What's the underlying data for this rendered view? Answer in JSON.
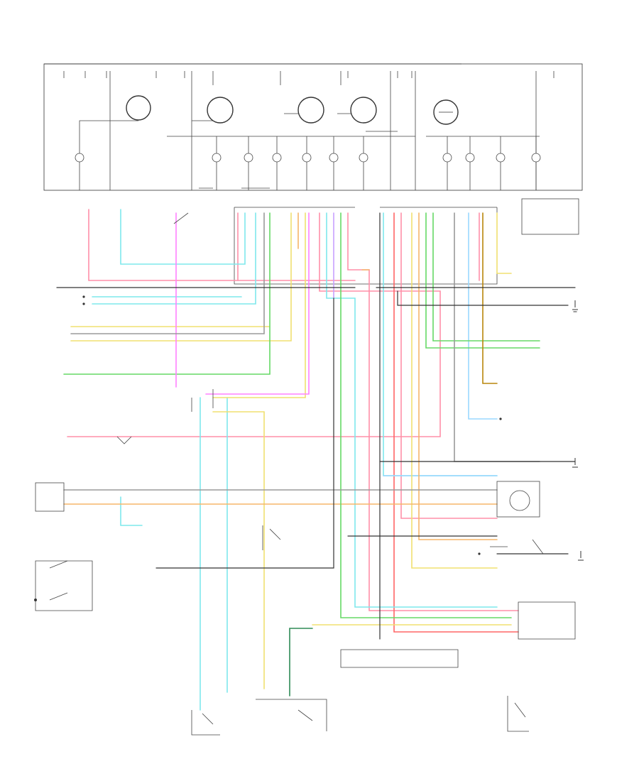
{
  "diagram": {
    "corner_code": "",
    "cluster_label": "",
    "gauges": [
      {
        "name": "tachometer",
        "label": ""
      },
      {
        "name": "speedometer",
        "label": ""
      },
      {
        "name": "oil-pressure-gauge",
        "label": ""
      },
      {
        "name": "fuel-gauge",
        "label": ""
      },
      {
        "name": "volt-gauge",
        "label": ""
      }
    ],
    "colors": {
      "pink": "#ff8fa8",
      "cyan": "#7fe8ec",
      "light_blue": "#9ad8ff",
      "yellow": "#f0e070",
      "orange": "#f5b66a",
      "green": "#66d966",
      "magenta": "#ff80ff",
      "violet": "#c8a0ff",
      "red": "#ff6666",
      "dark_green": "#2e8b57",
      "brown": "#b8860b",
      "gray": "#9a9a9a",
      "black": "#333333"
    }
  }
}
